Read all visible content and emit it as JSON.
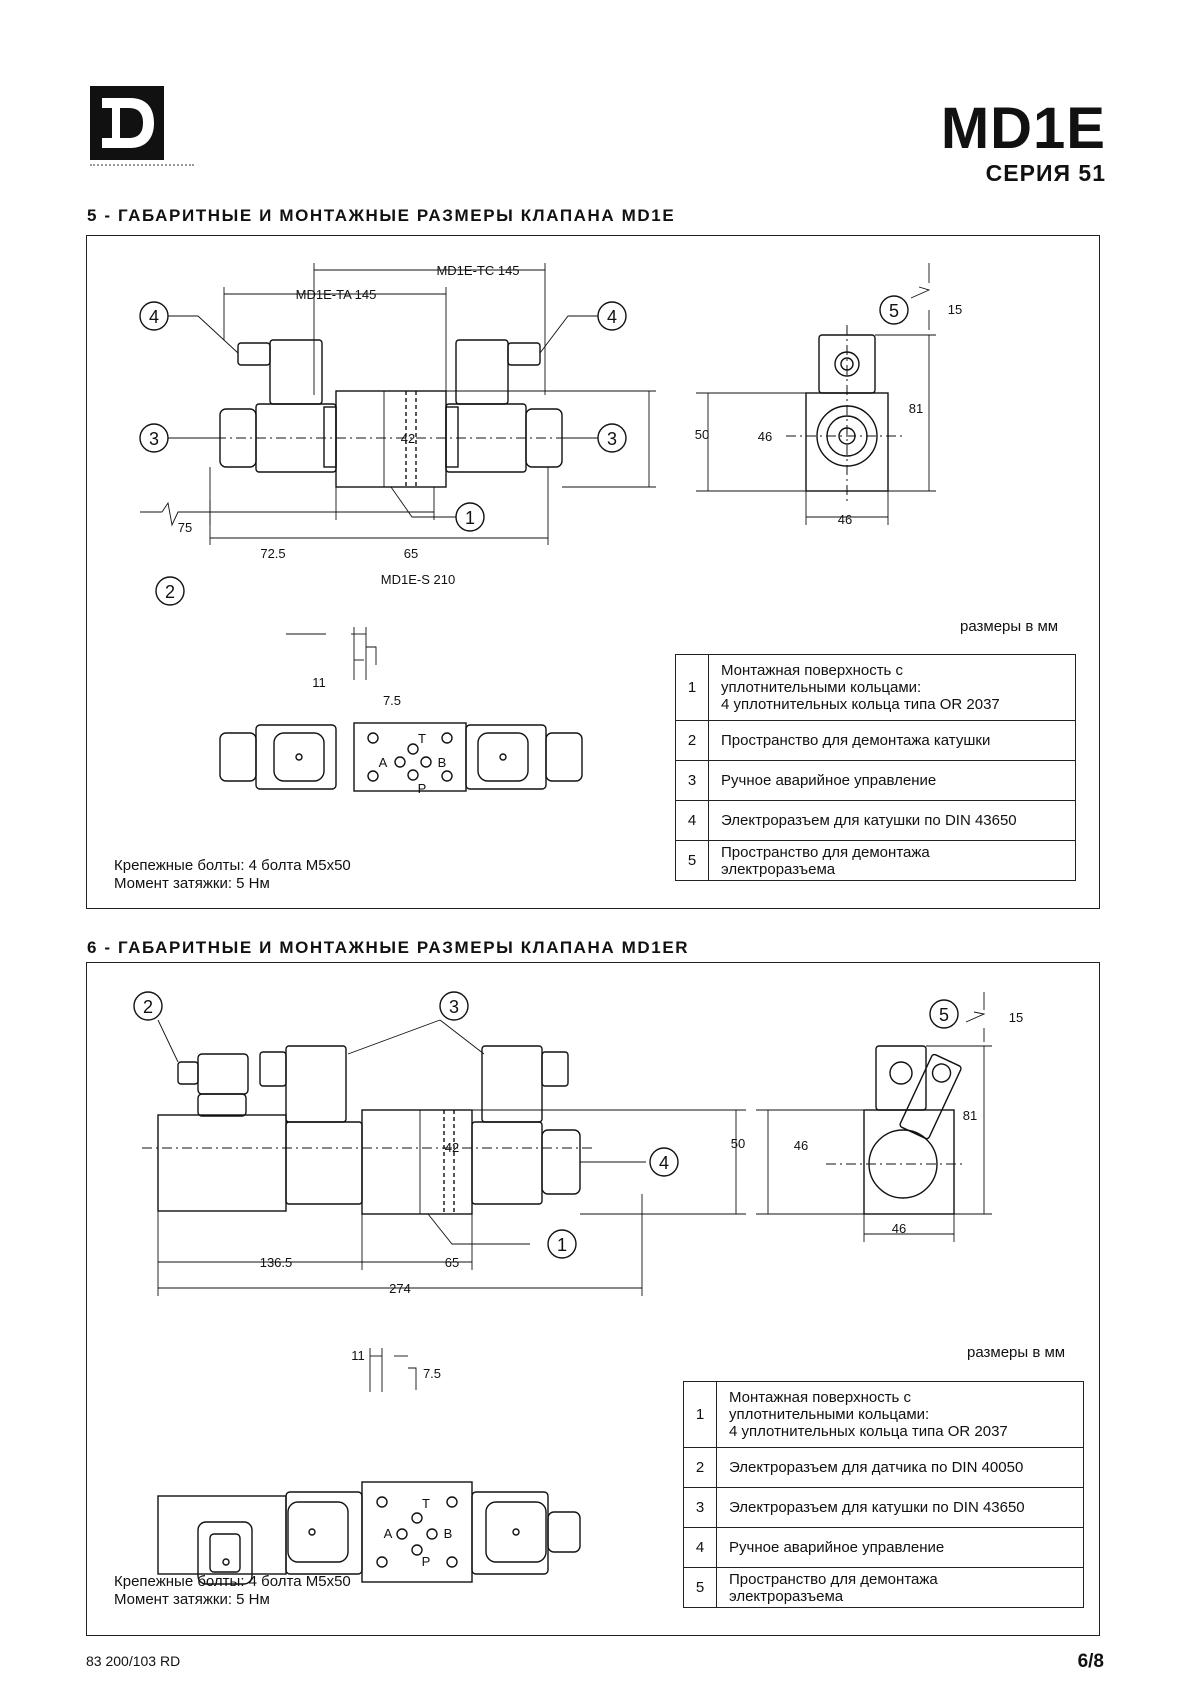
{
  "header": {
    "title": "MD1E",
    "series": "СЕРИЯ 51"
  },
  "section5": {
    "heading": "5 - ГАБАРИТНЫЕ И МОНТАЖНЫЕ РАЗМЕРЫ КЛАПАНА MD1E",
    "dims": {
      "tc": "MD1E-TC   145",
      "ta": "MD1E-TA   145",
      "s": "MD1E-S   210",
      "d75": "75",
      "d72_5": "72.5",
      "d65": "65",
      "d42": "42",
      "d50": "50",
      "d46v": "46",
      "d46h": "46",
      "d81": "81",
      "d15": "15",
      "d11": "11",
      "d7_5": "7.5"
    },
    "ports": {
      "t": "T",
      "a": "A",
      "b": "B",
      "p": "P"
    },
    "units": "размеры в мм",
    "bolts_line1": "Крепежные болты: 4 болта M5x50",
    "bolts_line2": "Момент затяжки: 5 Нм",
    "legend": [
      {
        "num": "1",
        "text_lines": [
          "Монтажная поверхность с",
          "уплотнительными кольцами:",
          "4 уплотнительных кольца типа OR 2037"
        ]
      },
      {
        "num": "2",
        "text_lines": [
          "Пространство для демонтажа катушки"
        ]
      },
      {
        "num": "3",
        "text_lines": [
          "Ручное аварийное управление"
        ]
      },
      {
        "num": "4",
        "text_lines": [
          "Электроразъем для катушки по DIN 43650"
        ]
      },
      {
        "num": "5",
        "text_lines": [
          "Пространство для демонтажа",
          "электроразъема"
        ]
      }
    ]
  },
  "section6": {
    "heading": "6 - ГАБАРИТНЫЕ И МОНТАЖНЫЕ РАЗМЕРЫ КЛАПАНА MD1ER",
    "dims": {
      "d136_5": "136.5",
      "d65": "65",
      "d274": "274",
      "d42": "42",
      "d50": "50",
      "d46v": "46",
      "d46h": "46",
      "d81": "81",
      "d15": "15",
      "d11": "11",
      "d7_5": "7.5"
    },
    "ports": {
      "t": "T",
      "a": "A",
      "b": "B",
      "p": "P"
    },
    "units": "размеры в мм",
    "bolts_line1": "Крепежные болты: 4 болта M5x50",
    "bolts_line2": "Момент затяжки: 5 Нм",
    "legend": [
      {
        "num": "1",
        "text_lines": [
          "Монтажная поверхность с",
          "уплотнительными кольцами:",
          "4 уплотнительных кольца типа OR 2037"
        ]
      },
      {
        "num": "2",
        "text_lines": [
          "Электроразъем для датчика по DIN 40050"
        ]
      },
      {
        "num": "3",
        "text_lines": [
          "Электроразъем для катушки по DIN 43650"
        ]
      },
      {
        "num": "4",
        "text_lines": [
          "Ручное аварийное управление"
        ]
      },
      {
        "num": "5",
        "text_lines": [
          "Пространство для демонтажа",
          "электроразъема"
        ]
      }
    ]
  },
  "callouts": {
    "c1": "1",
    "c2": "2",
    "c3": "3",
    "c4": "4",
    "c5": "5"
  },
  "footer": {
    "doc_code": "83 200/103 RD",
    "page": "6/8"
  }
}
